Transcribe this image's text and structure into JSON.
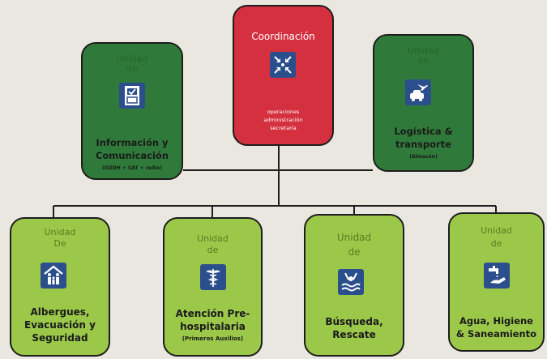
{
  "coordination": {
    "title": "Coordinación",
    "lines": [
      "operaciones",
      "administración",
      "secretaria"
    ],
    "icon": "compress-arrows-icon"
  },
  "left_unit": {
    "pre": "Unidad",
    "pre2": "de",
    "title_line1": "Información y",
    "title_line2": "Comunicación",
    "sub": "(GDDH + SAT + radio)",
    "icon": "checklist-icon"
  },
  "right_unit": {
    "pre": "Unidad",
    "pre2": "de",
    "title_line1": "Logística &",
    "title_line2": "transporte",
    "sub": "(Almacén)",
    "icon": "plane-car-icon"
  },
  "bottom_units": [
    {
      "pre": "Unidad",
      "pre2": "De",
      "title_line1": "Albergues,",
      "title_line2": "Evacuación y",
      "title_line3": "Seguridad",
      "icon": "family-shelter-icon"
    },
    {
      "pre": "Unidad",
      "pre2": "de",
      "title_line1": "Atención Pre-",
      "title_line2": "hospitalaria",
      "sub": "(Primeros Auxilios)",
      "icon": "caduceus-icon"
    },
    {
      "pre": "Unidad",
      "pre2": "de",
      "title_line1": "Búsqueda,",
      "title_line2": "Rescate",
      "icon": "drowning-person-icon"
    },
    {
      "pre": "Unidad",
      "pre2": "de",
      "title_line1": "Agua, Higiene",
      "title_line2": "& Saneamiento",
      "icon": "faucet-hands-icon"
    }
  ],
  "colors": {
    "coordination": "#d4303f",
    "upper_units": "#2f7a3a",
    "lower_units": "#9cc84a",
    "icon_background": "#2b4e8c"
  }
}
